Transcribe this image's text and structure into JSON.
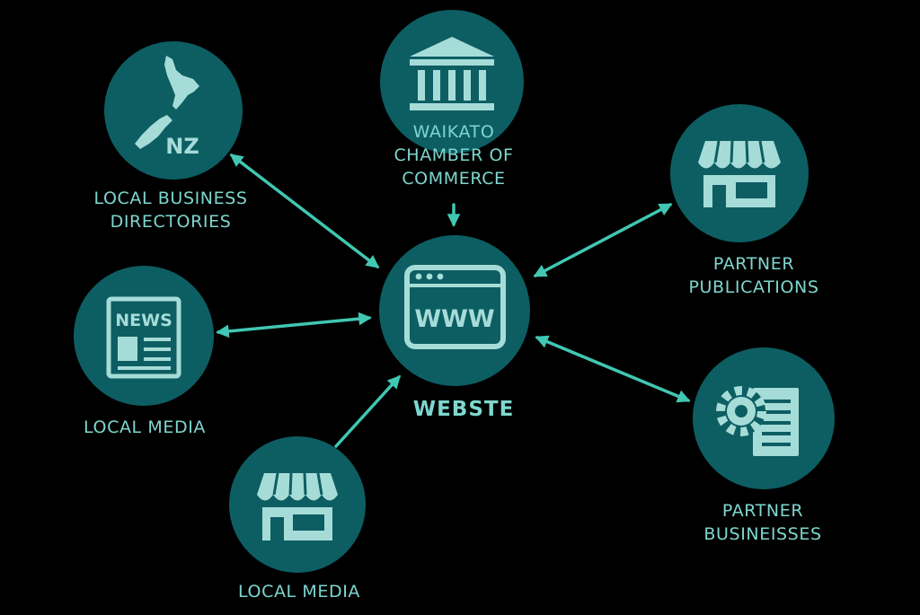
{
  "colors": {
    "background": "#000000",
    "node_fill": "#0d5e63",
    "icon": "#a6dcd8",
    "arrow": "#41c7b2",
    "label": "#7ed6cf"
  },
  "center": {
    "label": "WEBSTE",
    "icon": "browser-window-icon",
    "icon_text": "WWW"
  },
  "nodes": [
    {
      "id": "directories",
      "label": "LOCAL BUSINESS\nDIRECTORIES",
      "icon": "nz-map-icon",
      "icon_text": "NZ",
      "link": "bidirectional"
    },
    {
      "id": "chamber",
      "label": "WAIKATO\nCHAMBER OF\nCOMMERCE",
      "icon": "bank-building-icon",
      "icon_text": "",
      "link": "to-center"
    },
    {
      "id": "publications",
      "label": "PARTNER\nPUBLICATIONS",
      "icon": "storefront-icon",
      "icon_text": "",
      "link": "bidirectional"
    },
    {
      "id": "media-news",
      "label": "LOCAL MEDIA",
      "icon": "newspaper-icon",
      "icon_text": "NEWS",
      "link": "bidirectional"
    },
    {
      "id": "media-store",
      "label": "LOCAL MEDIA",
      "icon": "storefront-icon",
      "icon_text": "",
      "link": "to-center"
    },
    {
      "id": "businesses",
      "label": "PARTNER\nBUSINEISSES",
      "icon": "gear-document-icon",
      "icon_text": "",
      "link": "bidirectional"
    }
  ]
}
